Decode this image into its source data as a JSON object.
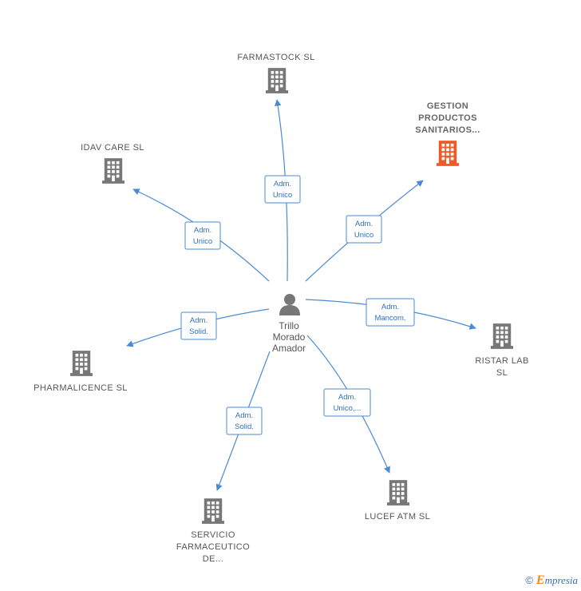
{
  "center": {
    "lines": [
      "Trillo",
      "Morado",
      "Amador"
    ],
    "icon": "person-icon"
  },
  "colors": {
    "edge": "#4a8ad4",
    "building": "#777777",
    "highlight": "#f05a28",
    "label": "#555555"
  },
  "companies": [
    {
      "id": "farmastock",
      "lines": [
        "FARMASTOCK SL"
      ],
      "highlight": false,
      "role": [
        "Adm.",
        "Unico"
      ]
    },
    {
      "id": "gestion",
      "lines": [
        "GESTION",
        "PRODUCTOS",
        "SANITARIOS..."
      ],
      "highlight": true,
      "role": [
        "Adm.",
        "Unico"
      ]
    },
    {
      "id": "idav",
      "lines": [
        "IDAV CARE  SL"
      ],
      "highlight": false,
      "role": [
        "Adm.",
        "Unico"
      ]
    },
    {
      "id": "ristar",
      "lines": [
        "RISTAR LAB",
        "SL"
      ],
      "highlight": false,
      "role": [
        "Adm.",
        "Mancom."
      ]
    },
    {
      "id": "pharmalicence",
      "lines": [
        "PHARMALICENCE SL"
      ],
      "highlight": false,
      "role": [
        "Adm.",
        "Solid."
      ]
    },
    {
      "id": "lucef",
      "lines": [
        "LUCEF ATM  SL"
      ],
      "highlight": false,
      "role": [
        "Adm.",
        "Unico,..."
      ]
    },
    {
      "id": "servicio",
      "lines": [
        "SERVICIO",
        "FARMACEUTICO",
        "DE..."
      ],
      "highlight": false,
      "role": [
        "Adm.",
        "Solid."
      ]
    }
  ],
  "footer": {
    "copyright": "©",
    "brand_initial": "E",
    "brand_rest": "mpresia"
  }
}
